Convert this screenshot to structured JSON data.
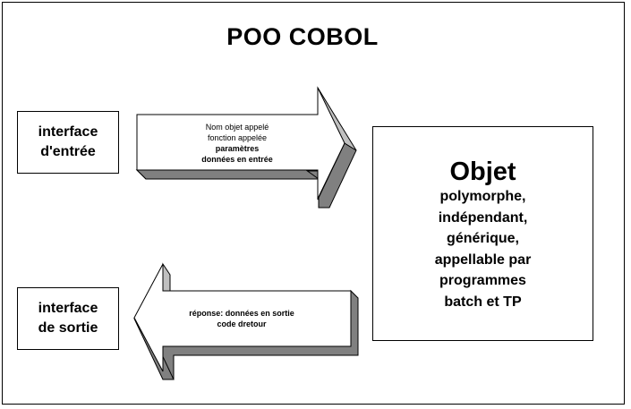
{
  "title": "POO COBOL",
  "input_interface": {
    "line1": "interface",
    "line2": "d'entrée"
  },
  "output_interface": {
    "line1": "interface",
    "line2": "de sortie"
  },
  "input_arrow": {
    "lines": [
      "Nom objet appelé",
      "fonction appelée",
      "paramètres",
      "données en entrée"
    ]
  },
  "output_arrow": {
    "lines": [
      "réponse: données en sortie",
      "code dretour"
    ]
  },
  "object": {
    "title": "Objet",
    "lines": [
      "polymorphe,",
      "indépendant,",
      "générique,",
      "appellable par",
      "programmes",
      "batch et TP"
    ]
  },
  "colors": {
    "arrow_face": "#ffffff",
    "arrow_shadow": "#808080",
    "stroke": "#000000"
  }
}
